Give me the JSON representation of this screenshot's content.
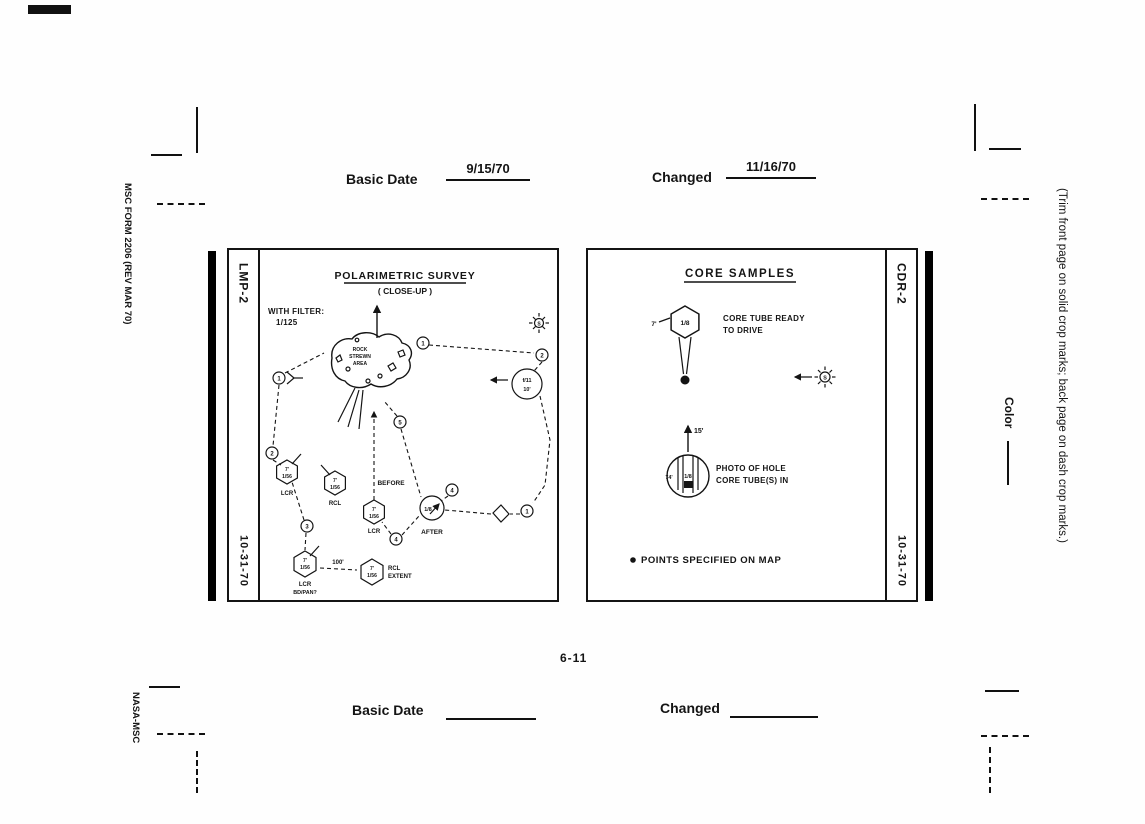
{
  "header": {
    "basic_date_label": "Basic Date",
    "basic_date_value": "9/15/70",
    "changed_label": "Changed",
    "changed_value": "11/16/70"
  },
  "footer": {
    "page_number": "6-11",
    "basic_date_label": "Basic Date",
    "changed_label": "Changed"
  },
  "margins": {
    "form_number": "MSC FORM 2206 (REV MAR 70)",
    "nasa_msc": "NASA-MSC",
    "trim_note": "(Trim front page on solid crop marks; back page on dash crop marks.)",
    "color_label": "Color"
  },
  "left_panel": {
    "tab": "LMP-2",
    "date": "10-31-70",
    "title": "POLARIMETRIC SURVEY",
    "subtitle": "( CLOSE-UP )",
    "filter_line1": "WITH FILTER:",
    "filter_line2": "1/125",
    "rock_area": [
      "ROCK",
      "STREWN",
      "AREA"
    ],
    "waypoints": [
      "1",
      "2",
      "3",
      "4",
      "5",
      "4",
      "1",
      "2",
      "1"
    ],
    "sun_label": "S",
    "cam_circle": [
      "f/11",
      "10'"
    ],
    "hex1": [
      "7'",
      "1/56"
    ],
    "hex1_label": "LCR",
    "hex2": [
      "7'",
      "1/56"
    ],
    "hex2_label": "RCL",
    "hex3": [
      "7'",
      "1/56"
    ],
    "hex3_label": "LCR",
    "before_label": "BEFORE",
    "after_circle": "1/8",
    "after_label": "AFTER",
    "hex4": [
      "7'",
      "1/56"
    ],
    "hex4_label1": "LCR",
    "hex4_label2": "BD/PAN?",
    "hex5": [
      "7'",
      "1/56"
    ],
    "hex5_label1": "RCL",
    "hex5_label2": "EXTENT",
    "distance_label": "100'"
  },
  "right_panel": {
    "tab": "CDR-2",
    "date": "10-31-70",
    "title": "CORE SAMPLES",
    "hex_setting": "1/8",
    "hex_distance": "7'",
    "core_tube_note": [
      "CORE TUBE READY",
      "TO DRIVE"
    ],
    "sun_label": "S",
    "arrow_distance": "15'",
    "hole_left": "74'",
    "hole_setting": "1/8",
    "photo_note": [
      "PHOTO OF HOLE",
      "CORE TUBE(S) IN"
    ],
    "points_note": "POINTS SPECIFIED ON MAP"
  }
}
